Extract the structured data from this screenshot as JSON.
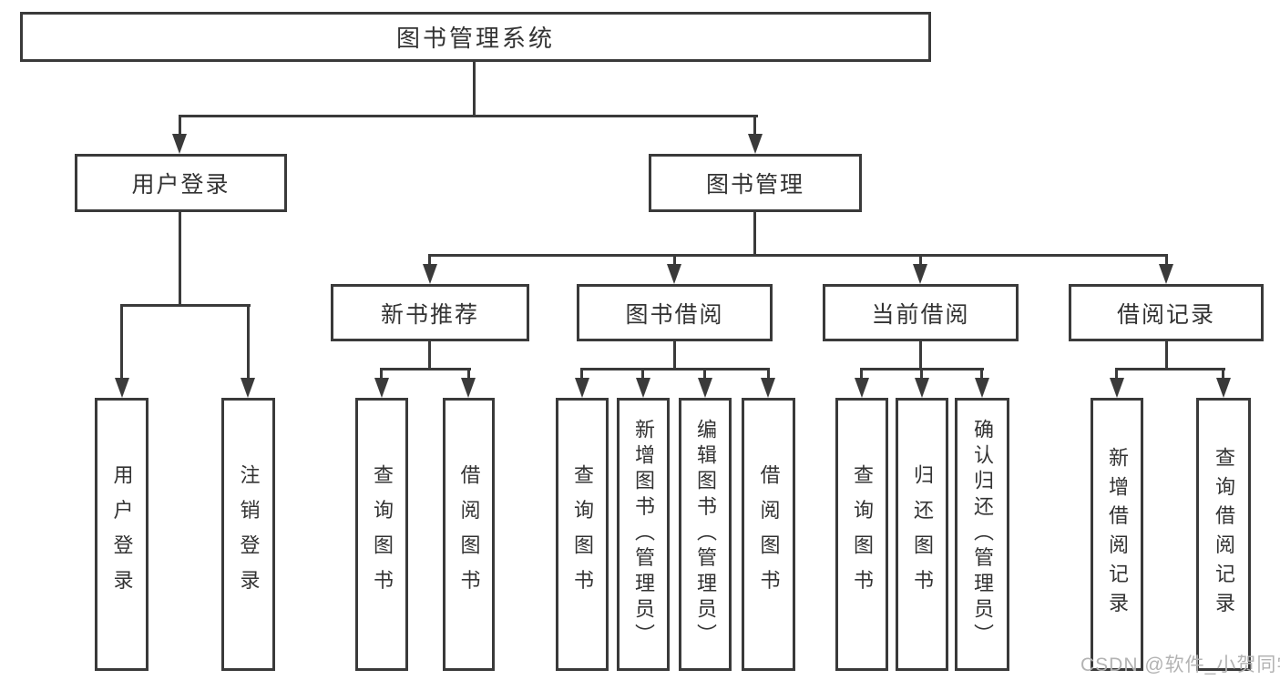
{
  "title": "图书管理系统",
  "nodes": {
    "root": "图书管理系统",
    "user_login": "用户登录",
    "book_management": "图书管理",
    "new_book_recommend": "新书推荐",
    "book_borrow": "图书借阅",
    "current_borrow": "当前借阅",
    "borrow_record": "借阅记录"
  },
  "leaves": {
    "user_login": [
      "用户登录",
      "注销登录"
    ],
    "new_book_recommend": [
      "查询图书",
      "借阅图书"
    ],
    "book_borrow": [
      "查询图书",
      "新增图书（管理员）",
      "编辑图书（管理员）",
      "借阅图书"
    ],
    "current_borrow": [
      "查询图书",
      "归还图书",
      "确认归还（管理员）"
    ],
    "borrow_record": [
      "新增借阅记录",
      "查询借阅记录"
    ]
  },
  "watermark": "CSDN @软件_小贺同学",
  "colors": {
    "line": "#3a3a3a",
    "text": "#333333",
    "watermark": "#b3b3b3",
    "background": "#ffffff"
  }
}
